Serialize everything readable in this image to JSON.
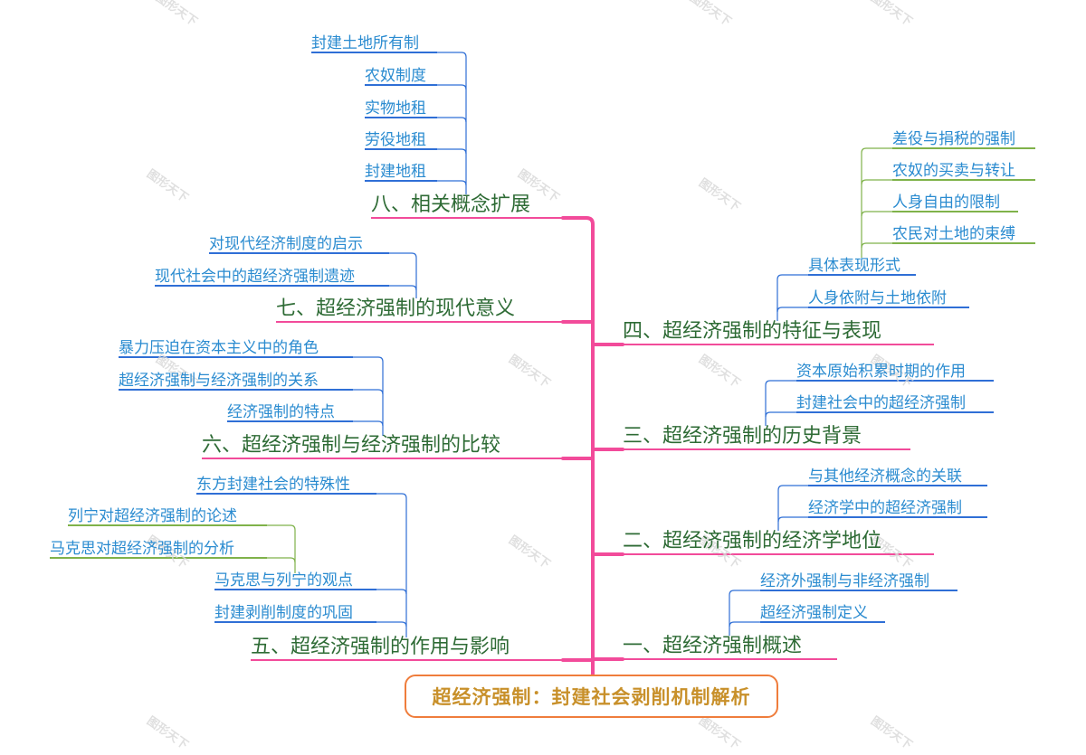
{
  "root": {
    "label": "超经济强制：封建社会剥削机制解析"
  },
  "colors": {
    "root_border": "#ef7d3c",
    "root_text": "#c8902a",
    "trunk": "#f24b9a",
    "branch_text": "#2e6b35",
    "leaf_text": "#2a8bd0",
    "leaf_line_blue": "#2f6fd6",
    "leaf_line_green": "#7fb24a"
  },
  "watermark": "图形天下",
  "left_branches": [
    {
      "label": "八、相关概念扩展",
      "children": [
        "封建土地所有制",
        "农奴制度",
        "实物地租",
        "劳役地租",
        "封建地租"
      ]
    },
    {
      "label": "七、超经济强制的现代意义",
      "children": [
        "对现代经济制度的启示",
        "现代社会中的超经济强制遗迹"
      ]
    },
    {
      "label": "六、超经济强制与经济强制的比较",
      "children": [
        "暴力压迫在资本主义中的角色",
        "超经济强制与经济强制的关系",
        "经济强制的特点"
      ]
    },
    {
      "label": "五、超经济强制的作用与影响",
      "children": [
        "东方封建社会的特殊性",
        "马克思与列宁的观点",
        "封建剥削制度的巩固"
      ],
      "grandchildren": {
        "parent": "马克思与列宁的观点",
        "items": [
          "列宁对超经济强制的论述",
          "马克思对超经济强制的分析"
        ]
      }
    }
  ],
  "right_branches": [
    {
      "label": "四、超经济强制的特征与表现",
      "children": [
        "具体表现形式",
        "人身依附与土地依附"
      ],
      "grandchildren": {
        "parent": "具体表现形式",
        "items": [
          "差役与捐税的强制",
          "农奴的买卖与转让",
          "人身自由的限制",
          "农民对土地的束缚"
        ]
      }
    },
    {
      "label": "三、超经济强制的历史背景",
      "children": [
        "资本原始积累时期的作用",
        "封建社会中的超经济强制"
      ]
    },
    {
      "label": "二、超经济强制的经济学地位",
      "children": [
        "与其他经济概念的关联",
        "经济学中的超经济强制"
      ]
    },
    {
      "label": "一、超经济强制概述",
      "children": [
        "经济外强制与非经济强制",
        "超经济强制定义"
      ]
    }
  ]
}
